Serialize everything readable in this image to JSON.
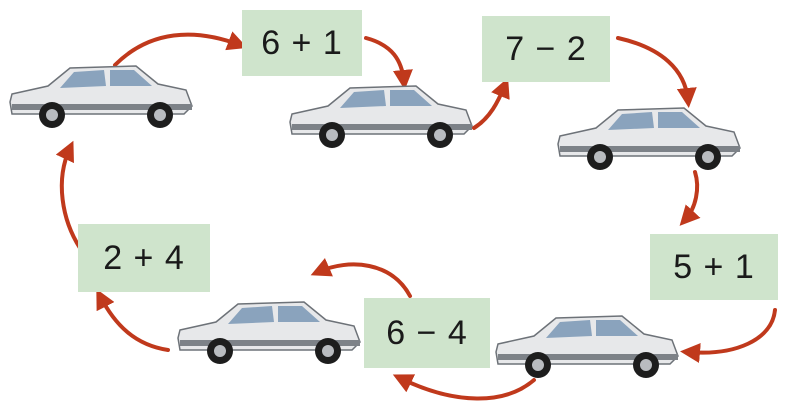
{
  "expressions": [
    {
      "id": "e1",
      "text": "6 + 1"
    },
    {
      "id": "e2",
      "text": "7 − 2"
    },
    {
      "id": "e3",
      "text": "5 + 1"
    },
    {
      "id": "e4",
      "text": "6 − 4"
    },
    {
      "id": "e5",
      "text": "2 + 4"
    }
  ],
  "colors": {
    "box": "#cfe4cc",
    "arrow": "#c0391c",
    "car_body": "#e7e8ea",
    "car_window": "#8aa3bd"
  },
  "icons": [
    "car-icon",
    "arrow-icon"
  ]
}
